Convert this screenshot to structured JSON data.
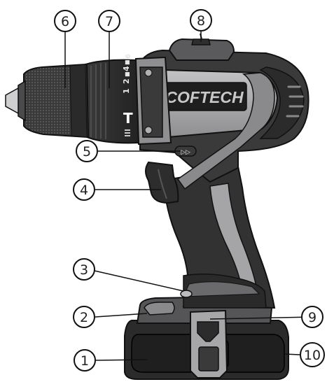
{
  "brand": {
    "logo_text": "COFTECH"
  },
  "chuck": {
    "torque_markings": [
      "1",
      "2",
      "■",
      "4",
      "■",
      "6"
    ],
    "mode_symbol": "T"
  },
  "buttons": {
    "forward_reverse_symbol": "▷▷"
  },
  "callouts": [
    {
      "number": "1",
      "part": "battery pack"
    },
    {
      "number": "2",
      "part": "battery release button"
    },
    {
      "number": "3",
      "part": "work light"
    },
    {
      "number": "4",
      "part": "trigger switch"
    },
    {
      "number": "5",
      "part": "direction switch"
    },
    {
      "number": "6",
      "part": "chuck"
    },
    {
      "number": "7",
      "part": "torque adjustment ring"
    },
    {
      "number": "8",
      "part": "gear selector"
    },
    {
      "number": "9",
      "part": "belt clip"
    },
    {
      "number": "10",
      "part": "battery charge indicator"
    }
  ],
  "colors": {
    "body_dark": "#2f2f30",
    "body_mid": "#5a5a5c",
    "trim_grey": "#a9a9ab",
    "trim_light": "#c9c9cb",
    "outline": "#111111"
  }
}
